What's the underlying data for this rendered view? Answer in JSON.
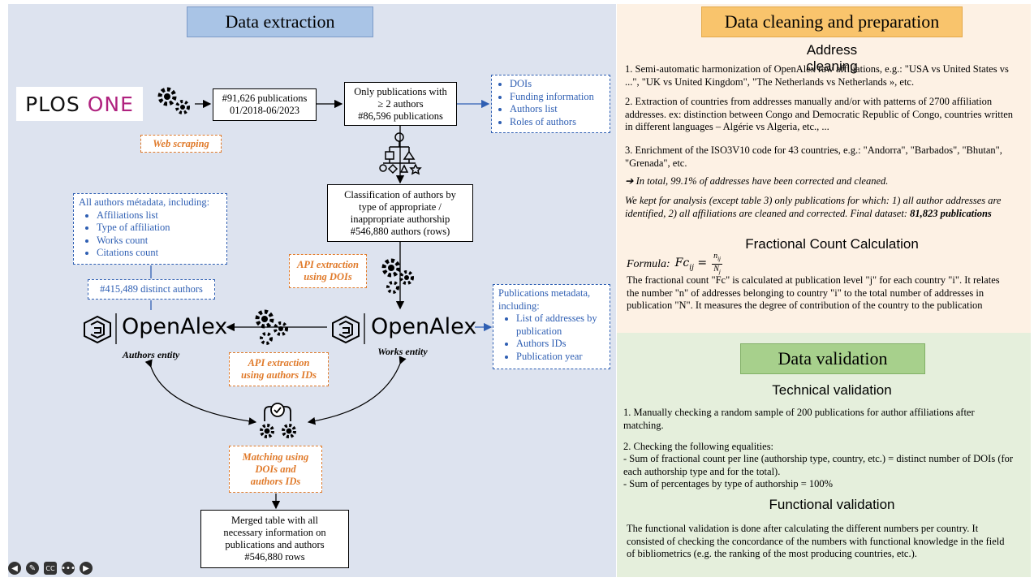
{
  "extraction": {
    "title": "Data extraction",
    "plos_logo": "PLOS ONE",
    "web_scraping": "Web scraping",
    "pubs_box": [
      "#91,626 publications",
      "01/2018-06/2023"
    ],
    "filter_box": [
      "Only publications with",
      "≥ 2 authors",
      "#86,596 publications"
    ],
    "doi_list": [
      "DOIs",
      "Funding information",
      "Authors list",
      "Roles of authors"
    ],
    "classification_box": [
      "Classification of authors by",
      "type of appropriate /",
      "inappropriate authorship",
      "#546,880 authors (rows)"
    ],
    "authors_meta_title": "All authors métadata, including:",
    "authors_meta_items": [
      "Affiliations list",
      "Type of affiliation",
      "Works count",
      "Citations count"
    ],
    "distinct_authors": "#415,489 distinct authors",
    "api_dois": [
      "API extraction",
      "using DOIs"
    ],
    "openalex_name": "OpenAlex",
    "authors_entity": "Authors entity",
    "works_entity": "Works entity",
    "api_authors": [
      "API extraction",
      "using authors IDs"
    ],
    "pubs_meta_title": [
      "Publications metadata,",
      "including:"
    ],
    "pubs_meta_items": [
      "List of addresses by publication",
      "Authors IDs",
      "Publication year"
    ],
    "matching": [
      "Matching using",
      "DOIs and",
      "authors IDs"
    ],
    "merged_box": [
      "Merged table with all",
      "necessary information on",
      "publications and authors",
      "#546,880 rows"
    ]
  },
  "cleaning": {
    "title": "Data cleaning and preparation",
    "address_title": "Address cleaning",
    "p1": "1. Semi-automatic harmonization of OpenAlex raw affiliations, e.g.: \"USA vs United States vs ...\", \"UK vs United Kingdom\", \"The Netherlands vs Netherlands », etc.",
    "p2": "2. Extraction of countries from addresses manually and/or with patterns of 2700 affiliation addresses. ex: distinction between Congo and Democratic Republic of Congo, countries written in different languages – Algérie vs Algeria, etc., ...",
    "p3": "3. Enrichment of the ISO3V10 code for 43 countries, e.g.: \"Andorra\", \"Barbados\", \"Bhutan\", \"Grenada\", etc.",
    "p4": "➔ In total, 99.1% of addresses have been corrected and cleaned.",
    "p5_text": "We kept for analysis (except table 3) only publications for which: 1) all author addresses are identified, 2) all affiliations are cleaned and corrected. Final dataset: ",
    "p5_bold": "81,823 publications",
    "fc_title": "Fractional Count Calculation",
    "formula_label": "Formula:",
    "p6": "The fractional count \"Fc\" is calculated at publication level \"j\" for each country \"i\". It relates the number \"n\" of addresses belonging to country \"i\" to the total number of addresses in publication \"N\". It measures the degree of contribution of the country to the publication"
  },
  "validation": {
    "title": "Data validation",
    "tech_title": "Technical validation",
    "t1": "1. Manually checking a random sample of 200 publications for author affiliations after matching.",
    "t2_head": "2. Checking the following equalities:",
    "t2_a": "- Sum of fractional count per line (authorship type, country, etc.) = distinct number of DOIs (for each authorship type and for the total).",
    "t2_b": "- Sum of percentages by type of authorship = 100%",
    "func_title": "Functional validation",
    "f1": "The functional validation is done after calculating the different numbers per country. It consisted of checking the concordance of the numbers with functional knowledge in the field of bibliometrics (e.g. the ranking of the most producing countries, etc.)."
  },
  "colors": {
    "left_bg": "#dde3ef",
    "cleaning_bg": "#fdf1e4",
    "validation_bg": "#e5efdc",
    "blue": "#2f5fb3",
    "orange": "#e07a2a",
    "plos_magenta": "#b0227f"
  }
}
